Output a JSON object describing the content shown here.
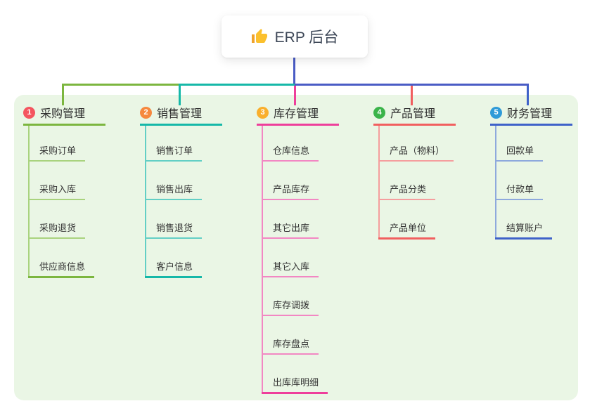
{
  "root": {
    "label": "ERP 后台",
    "icon": "thumbs-up-icon"
  },
  "colors": {
    "root_connector": "#4a5cc5",
    "panel_background": "#eaf6e5",
    "root_card_background": "#ffffff",
    "root_text": "#3d4757",
    "branch_title_text": "#2f2f2f",
    "child_text": "#333333",
    "thumb_icon": "#fbc02d",
    "thumb_cuff": "#efa32d"
  },
  "branches": [
    {
      "badge": "1",
      "badge_color": "#f4555f",
      "title": "采购管理",
      "color": "#7cb63f",
      "light_color": "#a9d37e",
      "children": [
        "采购订单",
        "采购入库",
        "采购退货",
        "供应商信息"
      ]
    },
    {
      "badge": "2",
      "badge_color": "#f6883e",
      "title": "销售管理",
      "color": "#16b8a8",
      "light_color": "#63cfc5",
      "children": [
        "销售订单",
        "销售出库",
        "销售退货",
        "客户信息"
      ]
    },
    {
      "badge": "3",
      "badge_color": "#f9af2c",
      "title": "库存管理",
      "color": "#ee3f9b",
      "light_color": "#f287c3",
      "children": [
        "仓库信息",
        "产品库存",
        "其它出库",
        "其它入库",
        "库存调拨",
        "库存盘点",
        "出库库明细"
      ]
    },
    {
      "badge": "4",
      "badge_color": "#3bb44a",
      "title": "产品管理",
      "color": "#f15f5f",
      "light_color": "#f59e9e",
      "children": [
        "产品（物料）",
        "产品分类",
        "产品单位"
      ]
    },
    {
      "badge": "5",
      "badge_color": "#2f9bd8",
      "title": "财务管理",
      "color": "#3f62c9",
      "light_color": "#8ea9dd",
      "children": [
        "回款单",
        "付款单",
        "结算账户"
      ]
    }
  ]
}
